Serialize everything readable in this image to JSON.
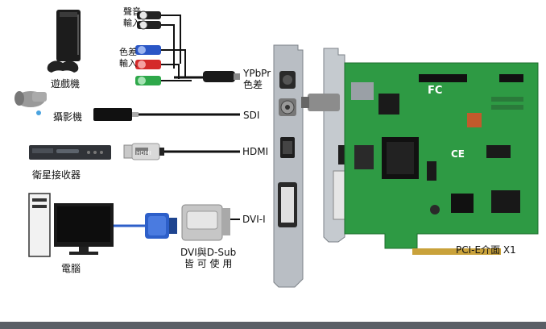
{
  "labels": {
    "audio_input": "聲音輸入",
    "color_diff_input": "色差輸入",
    "game_console": "遊戲機",
    "camera": "攝影機",
    "satellite_receiver": "衛星接收器",
    "computer": "電腦",
    "ypbpr_line1": "YPbPr",
    "ypbpr_line2": "色差",
    "sdi": "SDI",
    "hdmi": "HDMI",
    "dvi": "DVI-I",
    "dvi_dsub_line1": "DVI與D-Sub",
    "dvi_dsub_line2": "皆 可 使 用",
    "pcie": "PCI-E介面 X1",
    "hdmi_plug": "HDMI"
  },
  "board_marks": {
    "fc": "FC",
    "ce": "CE"
  },
  "colors": {
    "pcb_green": "#2e9a44",
    "cable_black": "#111111",
    "rca_blue": "#2a56c6",
    "rca_red": "#d42a2a",
    "rca_green": "#2ea84a",
    "rca_white": "#e8e8e8",
    "dvi_blue": "#2d5fc9",
    "bracket_metal": "#b9bec4"
  }
}
